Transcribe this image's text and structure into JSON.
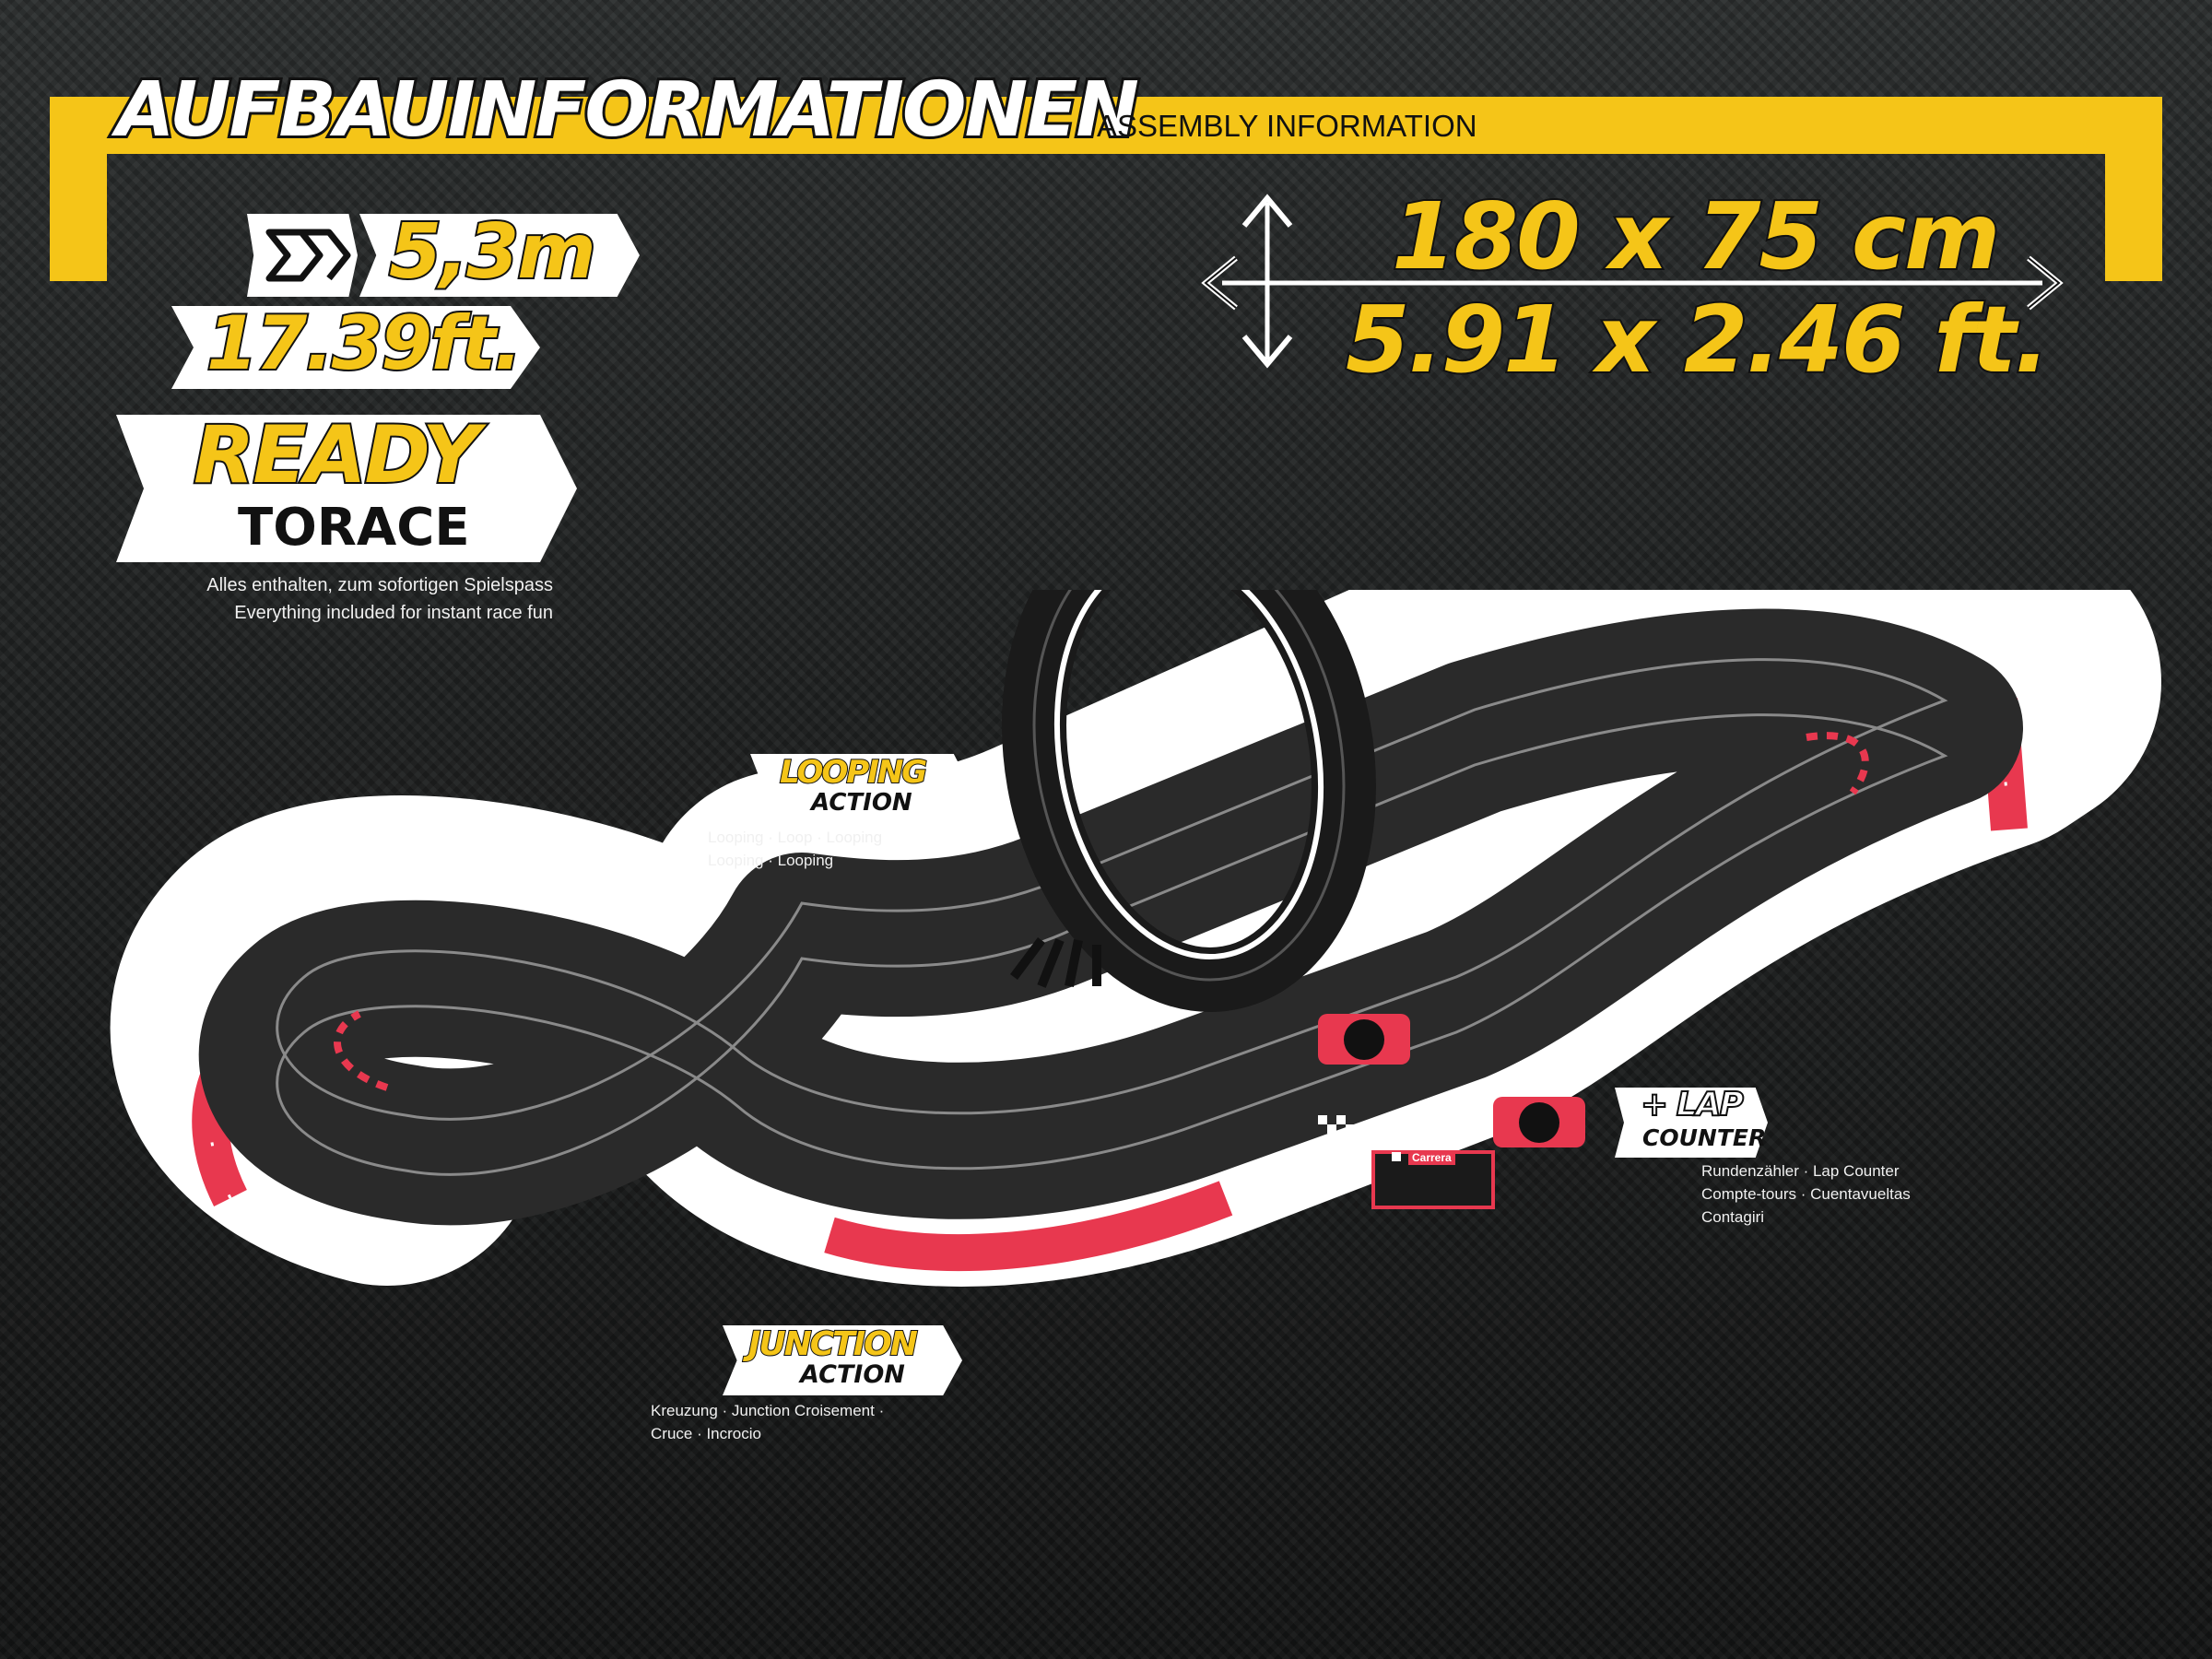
{
  "header": {
    "title": "AUFBAUINFORMATIONEN",
    "subtitle": "ASSEMBLY INFORMATION"
  },
  "length": {
    "metric": "5,3m",
    "imperial": "17.39ft."
  },
  "ready": {
    "line1": "READY",
    "line2": "TORACE",
    "caption_de": "Alles enthalten, zum sofortigen Spielspass",
    "caption_en": "Everything included for instant race fun"
  },
  "dimensions": {
    "metric": "180 x 75 cm",
    "imperial": "5.91 x 2.46 ft."
  },
  "features": {
    "looping": {
      "title": "LOOPING",
      "sub": "ACTION",
      "line1": "Looping · Loop · Looping",
      "line2": "Looping · Looping"
    },
    "junction": {
      "title": "JUNCTION",
      "sub": "ACTION",
      "line1": "Kreuzung · Junction  Croisement ·",
      "line2": "Cruce · Incrocio"
    },
    "lap_counter": {
      "title": "+ LAP",
      "sub": "COUNTER",
      "line1": "Rundenzähler · Lap Counter",
      "line2": "Compte-tours · Cuentavueltas",
      "line3": "Contagiri"
    }
  },
  "brand_label": "Carrera",
  "colors": {
    "accent": "#f5c518",
    "track": "#2a2a2a",
    "barrier": "#e8384f",
    "outline": "#ffffff"
  },
  "icons": [
    "double-chevron-icon",
    "horizontal-double-arrow-icon",
    "vertical-double-arrow-icon"
  ]
}
